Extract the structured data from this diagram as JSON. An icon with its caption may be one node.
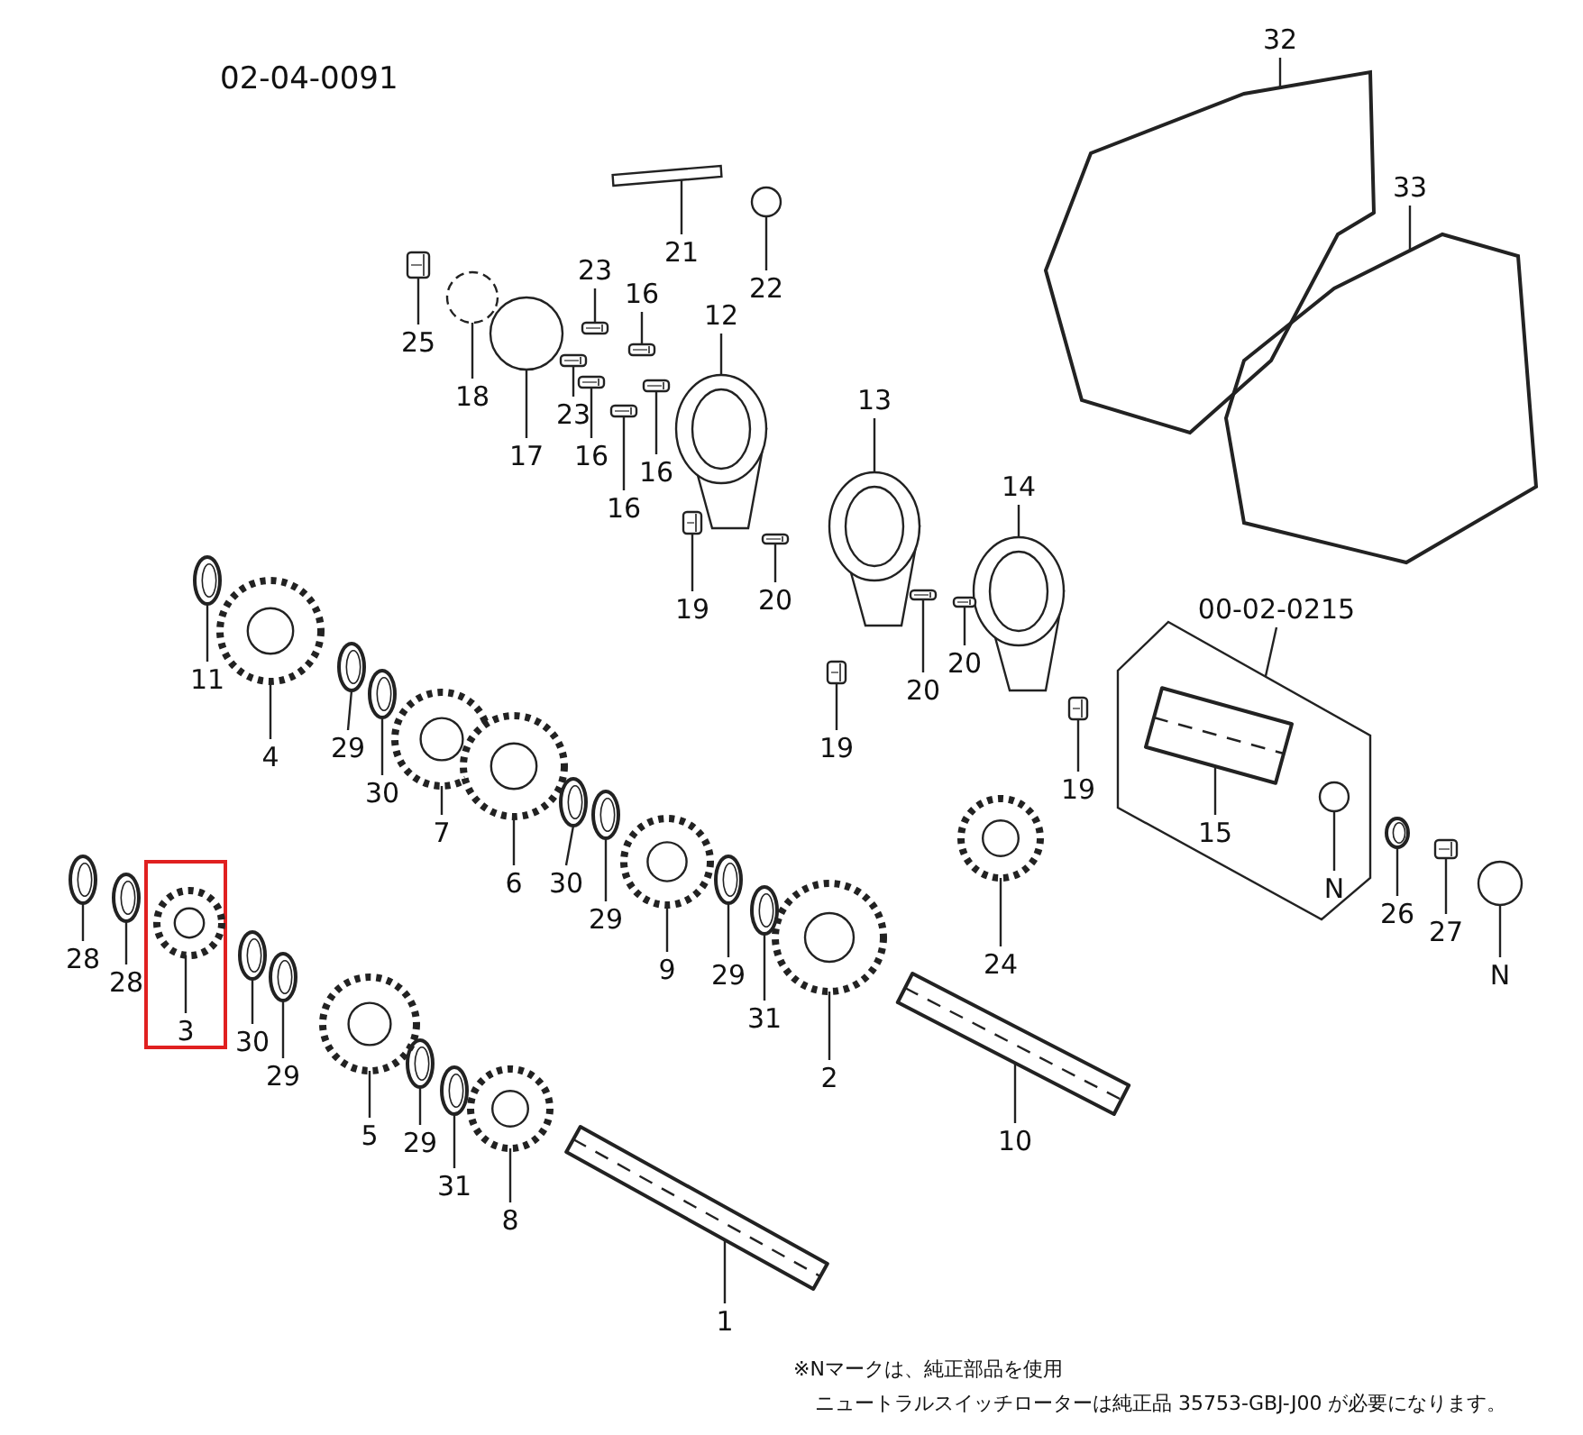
{
  "diagram": {
    "title": "02-04-0091",
    "nodes": [
      {
        "text": [
          "32"
        ]
      },
      {
        "text": [
          "33"
        ]
      },
      {
        "text": [
          "21"
        ]
      },
      {
        "text": [
          "22"
        ]
      },
      {
        "text": [
          "25"
        ]
      },
      {
        "text": [
          "18"
        ]
      },
      {
        "text": [
          "23"
        ]
      },
      {
        "text": [
          "16"
        ]
      },
      {
        "text": [
          "17"
        ]
      },
      {
        "text": [
          "23"
        ]
      },
      {
        "text": [
          "16"
        ]
      },
      {
        "text": [
          "16"
        ]
      },
      {
        "text": [
          "16"
        ]
      },
      {
        "text": [
          "12"
        ]
      },
      {
        "text": [
          "19"
        ]
      },
      {
        "text": [
          "20"
        ]
      },
      {
        "text": [
          "13"
        ]
      },
      {
        "text": [
          "14"
        ]
      },
      {
        "text": [
          "20"
        ]
      },
      {
        "text": [
          "20"
        ]
      },
      {
        "text": [
          "19"
        ]
      },
      {
        "text": [
          "19"
        ]
      },
      {
        "text": [
          "00-02-0215"
        ]
      },
      {
        "text": [],
        "shape": "box"
      },
      {
        "text": [
          "15"
        ],
        "in": 23
      },
      {
        "text": [
          "N"
        ],
        "in": 23
      },
      {
        "text": [
          "11"
        ]
      },
      {
        "text": [
          "4"
        ]
      },
      {
        "text": [
          "29"
        ]
      },
      {
        "text": [
          "30"
        ]
      },
      {
        "text": [
          "7"
        ]
      },
      {
        "text": [
          "6"
        ]
      },
      {
        "text": [
          "30"
        ]
      },
      {
        "text": [
          "29"
        ]
      },
      {
        "text": [
          "9"
        ]
      },
      {
        "text": [
          "29"
        ]
      },
      {
        "text": [
          "31"
        ]
      },
      {
        "text": [
          "2"
        ]
      },
      {
        "text": [
          "24"
        ]
      },
      {
        "text": [
          "26"
        ]
      },
      {
        "text": [
          "27"
        ]
      },
      {
        "text": [
          "N"
        ]
      },
      {
        "text": [
          "28"
        ]
      },
      {
        "text": [
          "28"
        ]
      },
      {
        "text": [
          "3"
        ]
      },
      {
        "text": [
          "30"
        ]
      },
      {
        "text": [
          "29"
        ]
      },
      {
        "text": [
          "5"
        ]
      },
      {
        "text": [
          "29"
        ]
      },
      {
        "text": [
          "31"
        ]
      },
      {
        "text": [
          "8"
        ]
      },
      {
        "text": [
          "1"
        ]
      },
      {
        "text": [
          "10"
        ]
      },
      {
        "text": [],
        "shape": "picture"
      },
      {
        "text": [],
        "shape": "picture"
      },
      {
        "text": [],
        "shape": "picture"
      },
      {
        "text": [],
        "shape": "picture"
      },
      {
        "text": [],
        "shape": "picture"
      },
      {
        "text": [],
        "shape": "picture"
      },
      {
        "text": [],
        "shape": "picture"
      },
      {
        "text": [],
        "shape": "picture"
      },
      {
        "text": [],
        "shape": "picture"
      },
      {
        "text": [],
        "shape": "picture"
      },
      {
        "text": [],
        "shape": "picture"
      },
      {
        "text": [],
        "shape": "picture"
      },
      {
        "text": [],
        "shape": "picture"
      },
      {
        "text": [],
        "shape": "picture"
      },
      {
        "text": [],
        "shape": "picture"
      },
      {
        "text": [],
        "shape": "picture"
      },
      {
        "text": [],
        "shape": "picture"
      },
      {
        "text": [],
        "shape": "picture"
      },
      {
        "text": [],
        "shape": "picture"
      },
      {
        "text": [],
        "shape": "picture"
      },
      {
        "text": [],
        "shape": "picture"
      },
      {
        "text": [],
        "shape": "picture"
      },
      {
        "text": [],
        "shape": "picture",
        "in": 23
      },
      {
        "text": [],
        "shape": "picture",
        "in": 23
      },
      {
        "text": [],
        "shape": "picture"
      },
      {
        "text": [],
        "shape": "picture"
      },
      {
        "text": [],
        "shape": "picture"
      },
      {
        "text": [],
        "shape": "picture"
      },
      {
        "text": [],
        "shape": "picture"
      },
      {
        "text": [],
        "shape": "picture"
      },
      {
        "text": [],
        "shape": "picture"
      },
      {
        "text": [],
        "shape": "picture"
      },
      {
        "text": [],
        "shape": "picture"
      },
      {
        "text": [],
        "shape": "picture"
      },
      {
        "text": [],
        "shape": "picture"
      },
      {
        "text": [],
        "shape": "picture"
      },
      {
        "text": [],
        "shape": "picture"
      },
      {
        "text": [],
        "shape": "picture"
      },
      {
        "text": [],
        "shape": "picture"
      },
      {
        "text": [],
        "shape": "picture"
      },
      {
        "text": [],
        "shape": "picture"
      },
      {
        "text": [],
        "shape": "picture"
      },
      {
        "text": [],
        "shape": "picture",
        "in": 44
      },
      {
        "text": [],
        "shape": "picture"
      },
      {
        "text": [],
        "shape": "picture"
      },
      {
        "text": [],
        "shape": "picture"
      },
      {
        "text": [],
        "shape": "picture"
      },
      {
        "text": [],
        "shape": "picture"
      },
      {
        "text": [],
        "shape": "picture"
      },
      {
        "text": [],
        "shape": "picture"
      },
      {
        "text": [],
        "shape": "picture"
      }
    ],
    "edges": [
      {
        "from": 0,
        "to": 53,
        "arrow": "none"
      },
      {
        "from": 1,
        "to": 54,
        "arrow": "none"
      },
      {
        "from": 2,
        "to": 55,
        "arrow": "none"
      },
      {
        "from": 3,
        "to": 56,
        "arrow": "none"
      },
      {
        "from": 4,
        "to": 57,
        "arrow": "none"
      },
      {
        "from": 5,
        "to": 58,
        "arrow": "none"
      },
      {
        "from": 6,
        "to": 59,
        "arrow": "none"
      },
      {
        "from": 7,
        "to": 60,
        "arrow": "none"
      },
      {
        "from": 8,
        "to": 61,
        "arrow": "none"
      },
      {
        "from": 9,
        "to": 62,
        "arrow": "none"
      },
      {
        "from": 10,
        "to": 63,
        "arrow": "none"
      },
      {
        "from": 11,
        "to": 64,
        "arrow": "none"
      },
      {
        "from": 12,
        "to": 65,
        "arrow": "none"
      },
      {
        "from": 13,
        "to": 66,
        "arrow": "none"
      },
      {
        "from": 14,
        "to": 67,
        "arrow": "none"
      },
      {
        "from": 15,
        "to": 68,
        "arrow": "none"
      },
      {
        "from": 16,
        "to": 69,
        "arrow": "none"
      },
      {
        "from": 17,
        "to": 70,
        "arrow": "none"
      },
      {
        "from": 18,
        "to": 71,
        "arrow": "none"
      },
      {
        "from": 19,
        "to": 72,
        "arrow": "none"
      },
      {
        "from": 20,
        "to": 73,
        "arrow": "none"
      },
      {
        "from": 21,
        "to": 74,
        "arrow": "none"
      },
      {
        "from": 22,
        "to": 23,
        "arrow": "none"
      },
      {
        "from": 24,
        "to": 75,
        "arrow": "none"
      },
      {
        "from": 25,
        "to": 76,
        "arrow": "none"
      },
      {
        "from": 26,
        "to": 77,
        "arrow": "none"
      },
      {
        "from": 27,
        "to": 78,
        "arrow": "none"
      },
      {
        "from": 28,
        "to": 79,
        "arrow": "none"
      },
      {
        "from": 29,
        "to": 80,
        "arrow": "none"
      },
      {
        "from": 30,
        "to": 81,
        "arrow": "none"
      },
      {
        "from": 31,
        "to": 82,
        "arrow": "none"
      },
      {
        "from": 32,
        "to": 83,
        "arrow": "none"
      },
      {
        "from": 33,
        "to": 84,
        "arrow": "none"
      },
      {
        "from": 34,
        "to": 85,
        "arrow": "none"
      },
      {
        "from": 35,
        "to": 86,
        "arrow": "none"
      },
      {
        "from": 36,
        "to": 87,
        "arrow": "none"
      },
      {
        "from": 37,
        "to": 88,
        "arrow": "none"
      },
      {
        "from": 38,
        "to": 89,
        "arrow": "none"
      },
      {
        "from": 39,
        "to": 90,
        "arrow": "none"
      },
      {
        "from": 40,
        "to": 91,
        "arrow": "none"
      },
      {
        "from": 41,
        "to": 92,
        "arrow": "none"
      },
      {
        "from": 42,
        "to": 93,
        "arrow": "none"
      },
      {
        "from": 43,
        "to": 94,
        "arrow": "none"
      },
      {
        "from": 44,
        "to": 95,
        "arrow": "none"
      },
      {
        "from": 45,
        "to": 96,
        "arrow": "none"
      },
      {
        "from": 46,
        "to": 97,
        "arrow": "none"
      },
      {
        "from": 47,
        "to": 98,
        "arrow": "none"
      },
      {
        "from": 48,
        "to": 99,
        "arrow": "none"
      },
      {
        "from": 49,
        "to": 100,
        "arrow": "none"
      },
      {
        "from": 50,
        "to": 101,
        "arrow": "none"
      },
      {
        "from": 51,
        "to": 102,
        "arrow": "none"
      },
      {
        "from": 52,
        "to": 103,
        "arrow": "none"
      }
    ],
    "labels": [
      "※Nマークは、純正部品を使用",
      "ニュートラルスイッチローターは純正品 35753-GBJ-J00 が必要になります。"
    ]
  }
}
